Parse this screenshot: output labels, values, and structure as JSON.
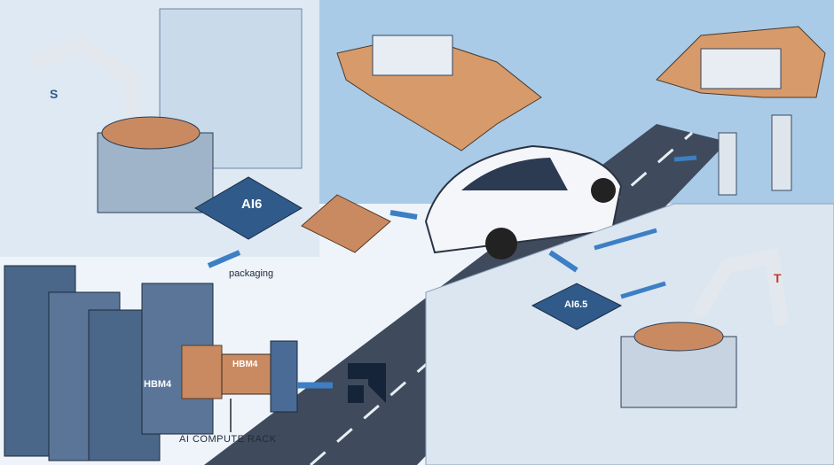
{
  "labels": {
    "chip_main": "AI6",
    "chip_small": "AI6.5",
    "packaging": "packaging",
    "hbm_rack": "HBM4",
    "hbm_stack": "HBM4",
    "rack_caption": "AI COMPUTE RACK",
    "robot_arm_left": "S",
    "robot_arm_right": "T"
  },
  "colors": {
    "sea": "#8fb8dc",
    "land": "#d79a6b",
    "chip": "#2f5a8a",
    "arrow": "#3c7fc4",
    "logo": "#16243a",
    "copper": "#c98a62"
  }
}
